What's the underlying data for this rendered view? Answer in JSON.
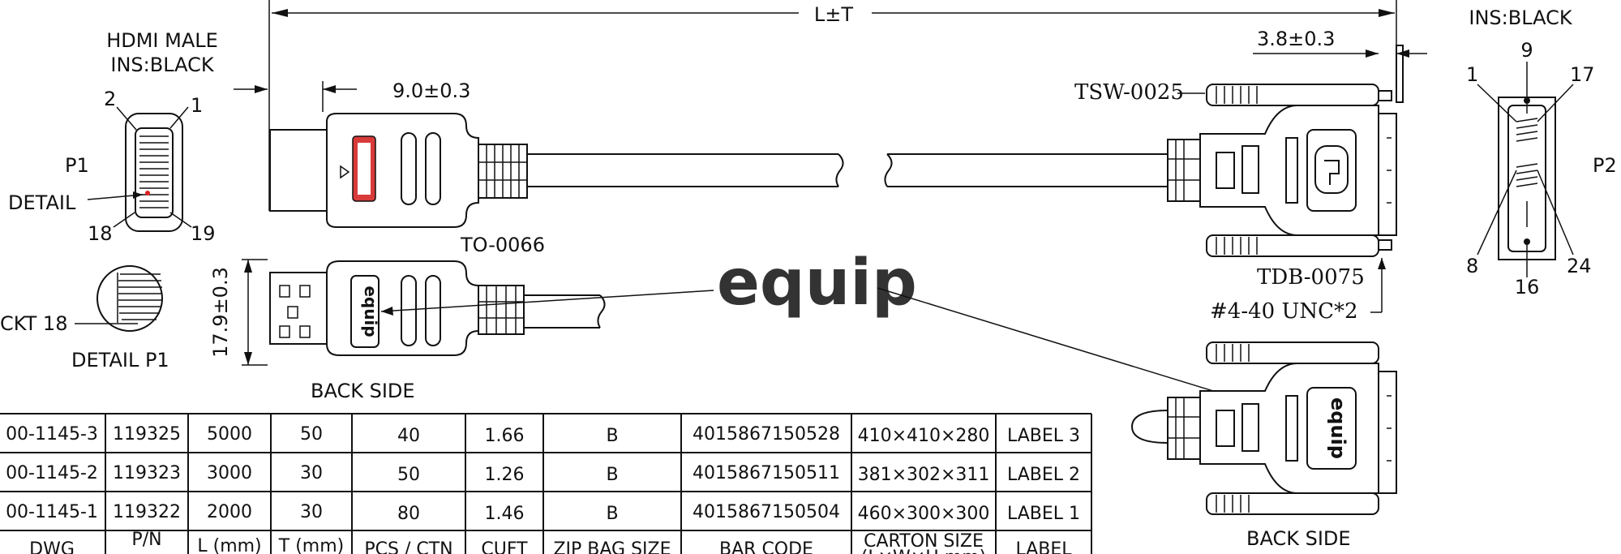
{
  "labels": {
    "length": "L±T",
    "hdmi_male": "HDMI MALE",
    "ins_black_left": "INS:BLACK",
    "ins_black_right": "INS:BLACK",
    "p1": "P1",
    "p2": "P2",
    "detail": "DETAIL",
    "detail_p1": "DETAIL P1",
    "ckt18": "CKT 18",
    "pin2": "2",
    "pin1": "1",
    "pin18": "18",
    "pin19": "19",
    "dim_9": "9.0±0.3",
    "dim_3_8": "3.8±0.3",
    "dim_17_9": "17.9±0.3",
    "tsw": "TSW-0025",
    "to": "TO-0066",
    "tdb": "TDB-0075",
    "screw": "#4-40 UNC*2",
    "back_side_left": "BACK SIDE",
    "back_side_right": "BACK SIDE",
    "logo": "equip",
    "p2_pin9": "9",
    "p2_pin1": "1",
    "p2_pin17": "17",
    "p2_pin8": "8",
    "p2_pin16": "16",
    "p2_pin24": "24"
  },
  "table": {
    "rows": [
      [
        "00-1145-3",
        "119325",
        "5000",
        "50",
        "40",
        "1.66",
        "B",
        "4015867150528",
        "410×410×280",
        "LABEL 3"
      ],
      [
        "00-1145-2",
        "119323",
        "3000",
        "30",
        "50",
        "1.26",
        "B",
        "4015867150511",
        "381×302×311",
        "LABEL 2"
      ],
      [
        "00-1145-1",
        "119322",
        "2000",
        "30",
        "80",
        "1.46",
        "B",
        "4015867150504",
        "460×300×300",
        "LABEL 1"
      ]
    ],
    "header": [
      "DWG",
      "P/N",
      "L (mm)",
      "T (mm)",
      "PCS / CTN",
      "CUFT",
      "ZIP BAG SIZE",
      "BAR CODE",
      "CARTON SIZE",
      "LABEL"
    ],
    "header_sub": "(L×W×H mm)"
  }
}
